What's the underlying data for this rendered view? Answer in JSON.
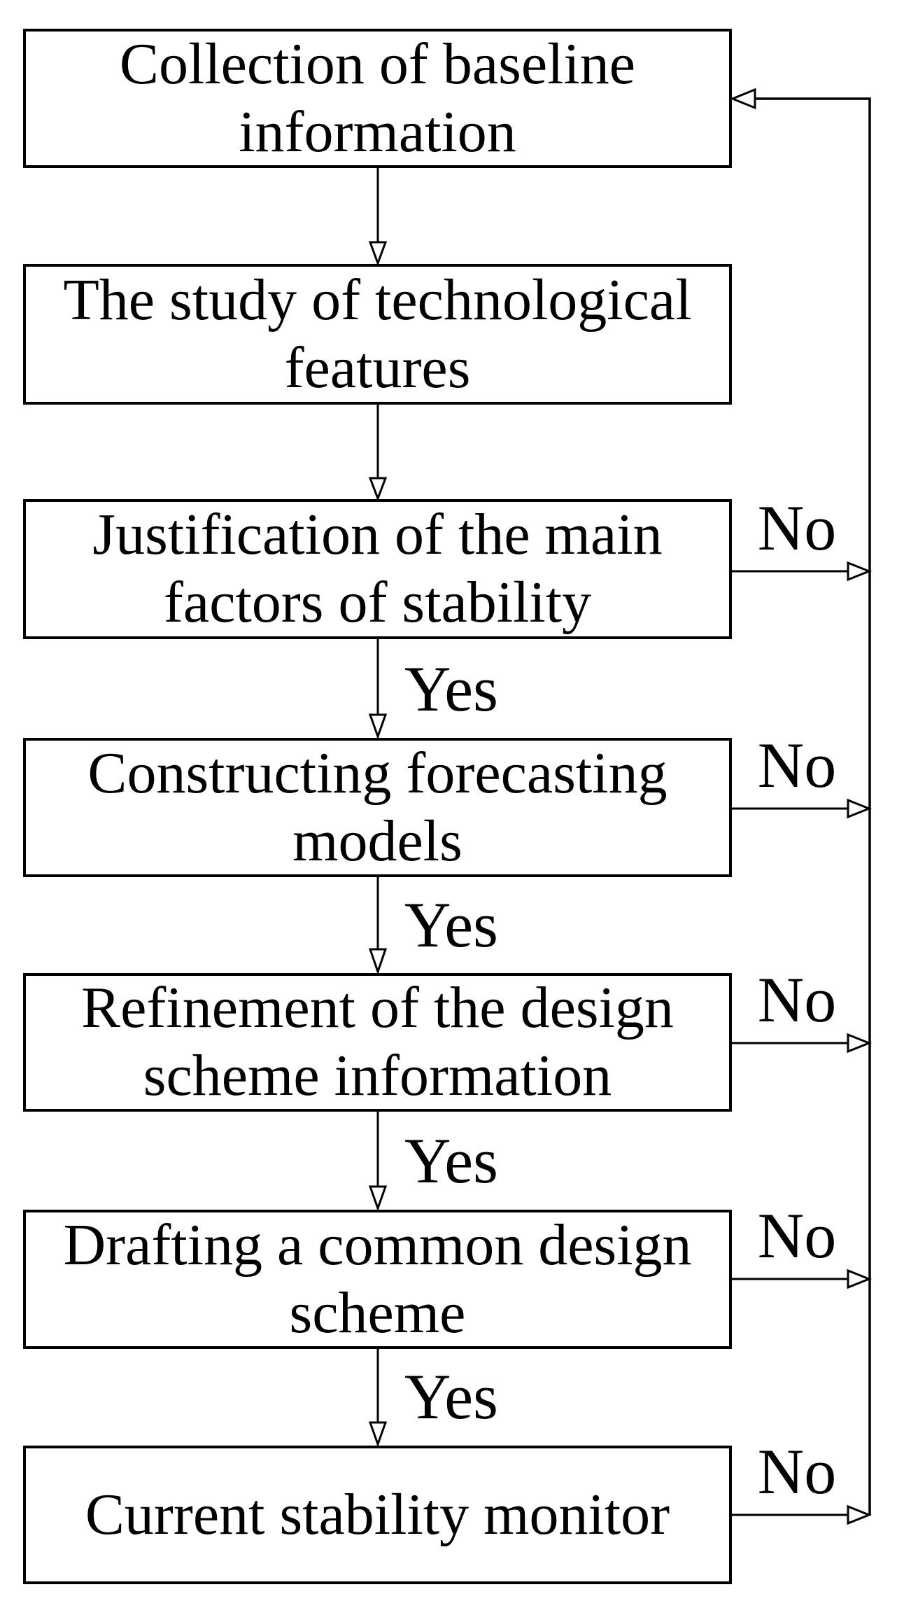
{
  "diagram": {
    "type": "flowchart",
    "background_color": "#ffffff",
    "line_color": "#000000",
    "text_color": "#000000",
    "nodes": [
      {
        "id": "1",
        "label": "Collection of baseline information"
      },
      {
        "id": "2",
        "label": "The study of technological features"
      },
      {
        "id": "3",
        "label": "Justification of the main factors of stability"
      },
      {
        "id": "4",
        "label": "Constructing forecasting models"
      },
      {
        "id": "5",
        "label": "Refinement of the design scheme information"
      },
      {
        "id": "6",
        "label": "Drafting a common design scheme"
      },
      {
        "id": "7",
        "label": "Current stability monitor"
      }
    ],
    "edges": [
      {
        "from": "1",
        "to": "2",
        "label": ""
      },
      {
        "from": "2",
        "to": "3",
        "label": ""
      },
      {
        "from": "3",
        "to": "4",
        "label": "Yes"
      },
      {
        "from": "3",
        "to": "1",
        "label": "No"
      },
      {
        "from": "4",
        "to": "5",
        "label": "Yes"
      },
      {
        "from": "4",
        "to": "1",
        "label": "No"
      },
      {
        "from": "5",
        "to": "6",
        "label": "Yes"
      },
      {
        "from": "5",
        "to": "1",
        "label": "No"
      },
      {
        "from": "6",
        "to": "7",
        "label": "Yes"
      },
      {
        "from": "6",
        "to": "1",
        "label": "No"
      },
      {
        "from": "7",
        "to": "1",
        "label": "No"
      }
    ]
  }
}
